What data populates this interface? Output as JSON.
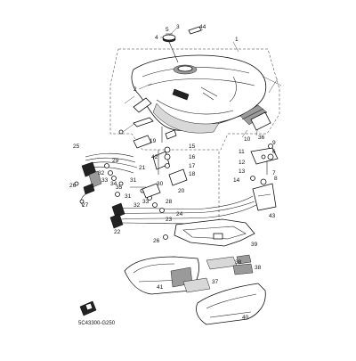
{
  "diagram": {
    "code": "5C43300-G250",
    "callouts": {
      "c1": "1",
      "c2": "2",
      "c3": "3",
      "c4": "4",
      "c5": "5",
      "c6": "6",
      "c7": "7",
      "c8": "8",
      "c9": "9",
      "c10": "10",
      "c11": "11",
      "c12": "12",
      "c13": "13",
      "c14": "14",
      "c15": "15",
      "c16": "16",
      "c17": "17",
      "c18": "18",
      "c19": "19",
      "c20": "20",
      "c21": "21",
      "c22": "22",
      "c23": "23",
      "c24": "24",
      "c25": "25",
      "c26a": "26",
      "c26b": "26",
      "c27": "27",
      "c28": "28",
      "c29": "29",
      "c30": "30",
      "c31a": "31",
      "c31b": "31",
      "c32a": "32",
      "c32b": "32",
      "c33a": "33",
      "c33b": "33",
      "c34": "34",
      "c35": "35",
      "c36": "36",
      "c37": "37",
      "c38a": "38",
      "c38b": "38",
      "c39": "39",
      "c40": "40",
      "c41": "41",
      "c42": "42",
      "c43": "43",
      "c44": "44"
    }
  }
}
